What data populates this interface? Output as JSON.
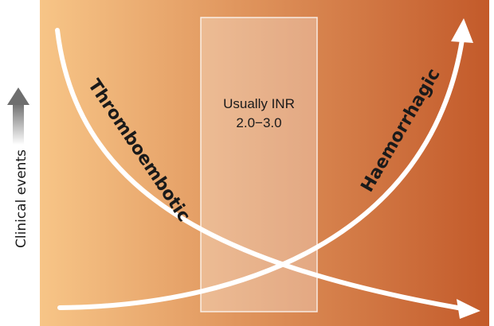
{
  "diagram": {
    "y_axis_label": "Clinical events",
    "range_box": {
      "line1": "Usually INR",
      "line2": "2.0−3.0"
    },
    "curves": {
      "thrombo_label": "Thromboembotic",
      "haemo_label": "Haemorrhagic"
    },
    "colors": {
      "gradient_start": "#f7c587",
      "gradient_end": "#c35a2a",
      "curve": "#ffffff",
      "axis_arrow": "#8c8c8c"
    },
    "icons": [
      "up-arrow-icon",
      "arrow-head-icon"
    ]
  }
}
